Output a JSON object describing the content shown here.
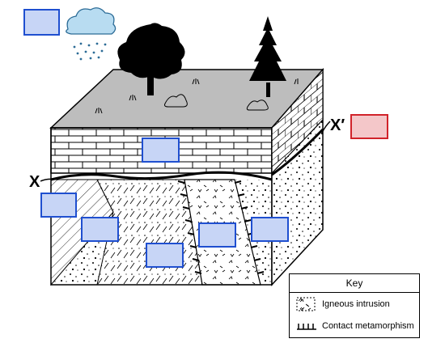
{
  "labels": {
    "x_left": "X",
    "x_right": "X′"
  },
  "key": {
    "title": "Key",
    "items": [
      {
        "label": "Igneous intrusion"
      },
      {
        "label": "Contact metamorphism"
      }
    ]
  },
  "colors": {
    "answer_box_fill": "#c7d5f6",
    "answer_box_border": "#1f4fd0",
    "highlight_box_fill": "#f4c7c9",
    "highlight_box_border": "#d1232a",
    "surface_gray": "#bdbdbd",
    "cloud_blue": "#b8dcf1"
  },
  "icons": [
    "cloud-icon",
    "rain-icon",
    "deciduous-tree-icon",
    "conifer-tree-icon",
    "shrub-icon"
  ]
}
